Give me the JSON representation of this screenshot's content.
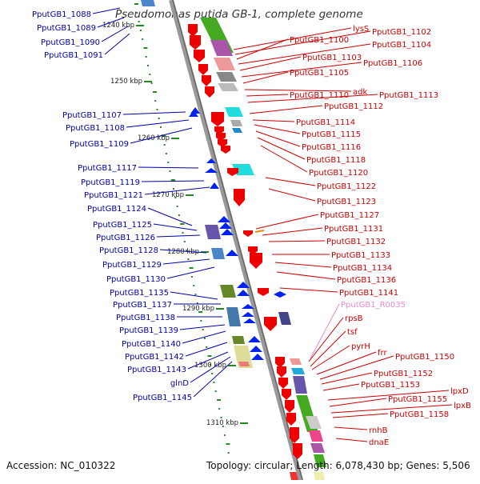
{
  "title": "Pseudomonas putida GB-1, complete genome",
  "footer": {
    "accession": "Accession: NC_010322",
    "topology": "Topology: circular; Length: 6,078,430 bp; Genes: 5,506"
  },
  "colors": {
    "left_label": "#0000aa",
    "right_label": "#cc0000",
    "rna_label": "#ee88cc",
    "forward_arrow": "#0022ee",
    "reverse_arrow": "#ee0000",
    "backbone": "#999999",
    "ticks": "#228b22"
  },
  "kbp_labels": [
    "1240 kbp",
    "1250 kbp",
    "1260 kbp",
    "1270 kbp",
    "1280 kbp",
    "1290 kbp",
    "1300 kbp",
    "1310 kbp"
  ],
  "left_genes": [
    "PputGB1_1088",
    "PputGB1_1089",
    "PputGB1_1090",
    "PputGB1_1091",
    "PputGB1_1107",
    "PputGB1_1108",
    "PputGB1_1109",
    "PputGB1_1117",
    "PputGB1_1119",
    "PputGB1_1121",
    "PputGB1_1124",
    "PputGB1_1125",
    "PputGB1_1126",
    "PputGB1_1128",
    "PputGB1_1129",
    "PputGB1_1130",
    "PputGB1_1135",
    "PputGB1_1137",
    "PputGB1_1138",
    "PputGB1_1139",
    "PputGB1_1140",
    "PputGB1_1142",
    "PputGB1_1143",
    "glnD",
    "PputGB1_1145"
  ],
  "right_genes": [
    "lysS",
    "PputGB1_1102",
    "PputGB1_1100",
    "PputGB1_1104",
    "PputGB1_1103",
    "PputGB1_1106",
    "PputGB1_1105",
    "adk",
    "PputGB1_1110",
    "PputGB1_1113",
    "PputGB1_1112",
    "PputGB1_1114",
    "PputGB1_1115",
    "PputGB1_1116",
    "PputGB1_1118",
    "PputGB1_1120",
    "PputGB1_1122",
    "PputGB1_1123",
    "PputGB1_1127",
    "PputGB1_1131",
    "PputGB1_1132",
    "PputGB1_1133",
    "PputGB1_1134",
    "PputGB1_1136",
    "PputGB1_1141",
    "PputGB1_R0035",
    "rpsB",
    "tsf",
    "pyrH",
    "frr",
    "PputGB1_1150",
    "PputGB1_1152",
    "PputGB1_1153",
    "lpxD",
    "PputGB1_1155",
    "lpxB",
    "PputGB1_1158",
    "rnhB",
    "dnaE"
  ]
}
